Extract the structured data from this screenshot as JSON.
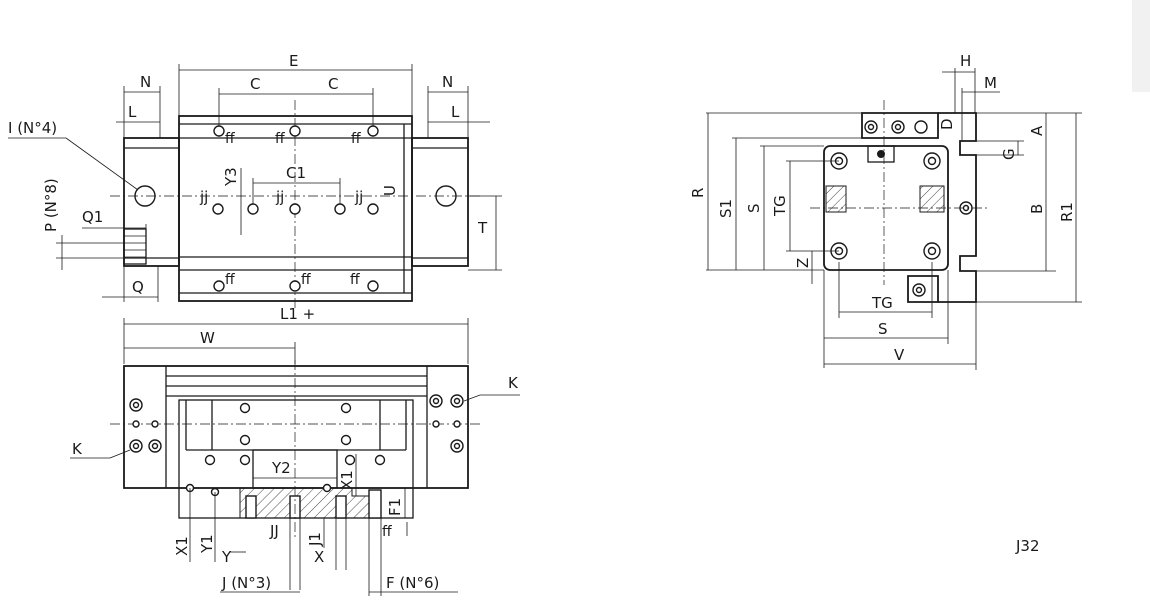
{
  "labels": {
    "E": "E",
    "C": "C",
    "N": "N",
    "L": "L",
    "I_note": "I (N°4)",
    "P_note": "P (N°8)",
    "Q1": "Q1",
    "Q": "Q",
    "T": "T",
    "U": "U",
    "C1": "C1",
    "Y3": "Y3",
    "jj": "jj",
    "ff": "ff",
    "L1": "L1 +",
    "W": "W",
    "K": "K",
    "Y2": "Y2",
    "X1": "X1",
    "Y1": "Y1",
    "Y": "Y",
    "JJ": "JJ",
    "J1": "J1",
    "X": "X",
    "F1": "F1",
    "J_note": "J (N°3)",
    "F_note": "F (N°6)",
    "H": "H",
    "M": "M",
    "D": "D",
    "A": "A",
    "G": "G",
    "B": "B",
    "R": "R",
    "R1": "R1",
    "S1": "S1",
    "S": "S",
    "TG": "TG",
    "Z": "Z",
    "V": "V",
    "ref": "J32"
  },
  "colors": {
    "line": "#1a1a1a",
    "background": "#ffffff",
    "tab": "#f1f1f1"
  }
}
